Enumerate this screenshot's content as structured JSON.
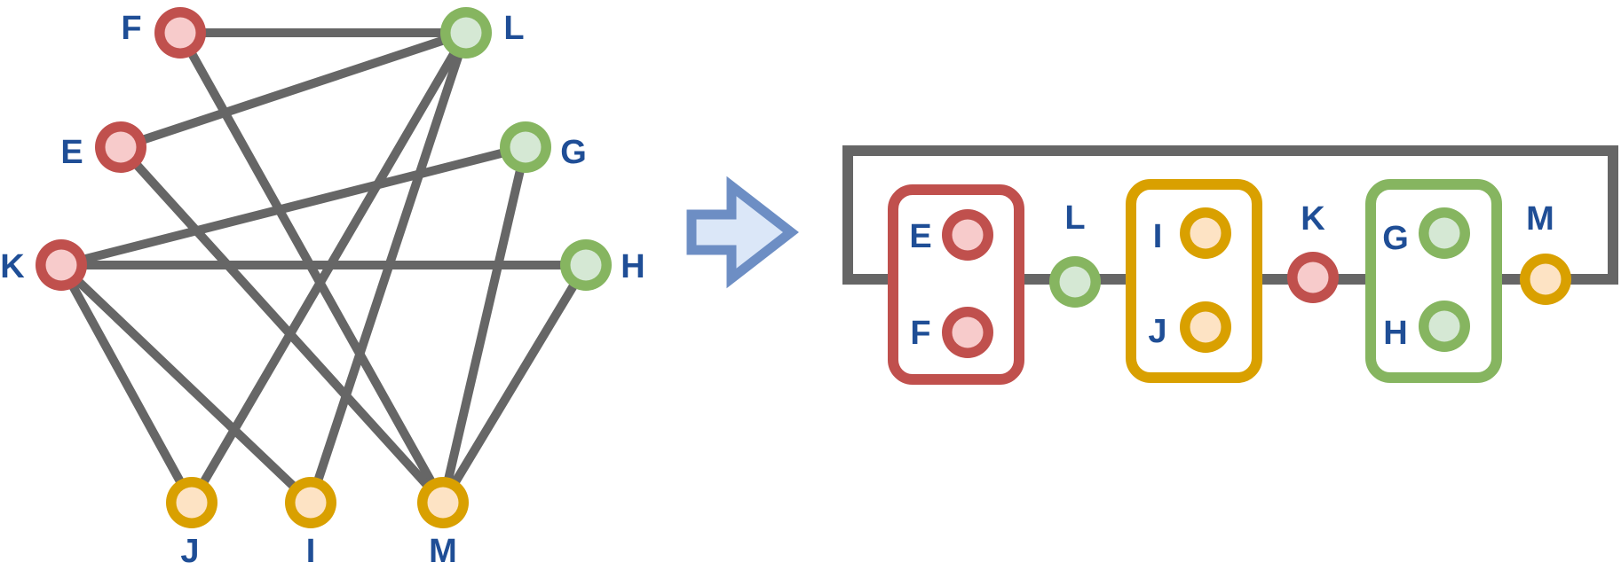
{
  "colors": {
    "edge": "#666666",
    "label": "#1f4e96",
    "red": {
      "stroke": "#c0504d",
      "fill": "#f7cbcb"
    },
    "green": {
      "stroke": "#86b560",
      "fill": "#d5e8d4"
    },
    "orange": {
      "stroke": "#d9a000",
      "fill": "#fde3c4"
    },
    "arrow": {
      "stroke": "#6d8ec4",
      "fill": "#dbe7f8"
    }
  },
  "graph": {
    "nodes": [
      {
        "id": "F",
        "label": "F",
        "color": "red"
      },
      {
        "id": "L",
        "label": "L",
        "color": "green"
      },
      {
        "id": "E",
        "label": "E",
        "color": "red"
      },
      {
        "id": "G",
        "label": "G",
        "color": "green"
      },
      {
        "id": "K",
        "label": "K",
        "color": "red"
      },
      {
        "id": "H",
        "label": "H",
        "color": "green"
      },
      {
        "id": "J",
        "label": "J",
        "color": "orange"
      },
      {
        "id": "I",
        "label": "I",
        "color": "orange"
      },
      {
        "id": "M",
        "label": "M",
        "color": "orange"
      }
    ],
    "edges": [
      [
        "F",
        "L"
      ],
      [
        "F",
        "M"
      ],
      [
        "E",
        "L"
      ],
      [
        "E",
        "M"
      ],
      [
        "K",
        "G"
      ],
      [
        "K",
        "H"
      ],
      [
        "K",
        "J"
      ],
      [
        "K",
        "I"
      ],
      [
        "L",
        "J"
      ],
      [
        "L",
        "I"
      ],
      [
        "G",
        "M"
      ],
      [
        "H",
        "M"
      ]
    ]
  },
  "transformed": {
    "sequence": [
      {
        "type": "group",
        "color": "red",
        "nodes": [
          {
            "label": "E",
            "color": "red"
          },
          {
            "label": "F",
            "color": "red"
          }
        ]
      },
      {
        "type": "node",
        "label": "L",
        "color": "green"
      },
      {
        "type": "group",
        "color": "orange",
        "nodes": [
          {
            "label": "I",
            "color": "orange"
          },
          {
            "label": "J",
            "color": "orange"
          }
        ]
      },
      {
        "type": "node",
        "label": "K",
        "color": "red"
      },
      {
        "type": "group",
        "color": "green",
        "nodes": [
          {
            "label": "G",
            "color": "green"
          },
          {
            "label": "H",
            "color": "green"
          }
        ]
      },
      {
        "type": "node",
        "label": "M",
        "color": "orange"
      }
    ],
    "closed_loop": true
  }
}
